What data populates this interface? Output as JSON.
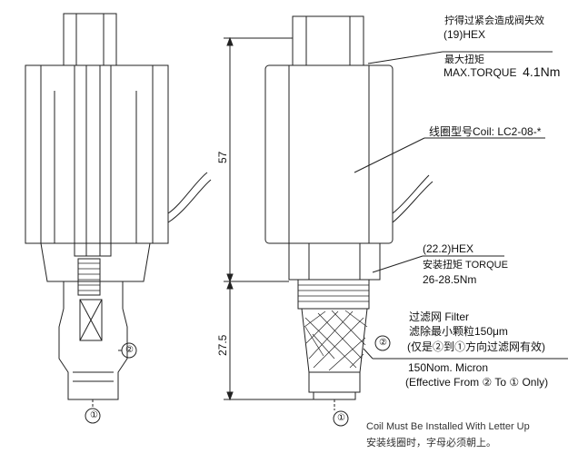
{
  "dimensions": {
    "overall_height": "57",
    "lower_height": "27.5"
  },
  "ports": {
    "port1": "①",
    "port2": "②"
  },
  "callouts": {
    "top_hex": {
      "warning_cn": "拧得过紧会造成阀失效",
      "hex": "(19)HEX",
      "max_torque_cn": "最大扭矩",
      "max_torque_label": "MAX.TORQUE",
      "max_torque_value": "4.1Nm"
    },
    "coil": {
      "label": "线圈型号Coil: LC2-08-*"
    },
    "body_hex": {
      "hex": "(22.2)HEX",
      "torque_label": "安装扭矩 TORQUE",
      "torque_value": "26-28.5Nm"
    },
    "filter": {
      "title": "过滤网 Filter",
      "particle_cn": "滤除最小颗粒150μm",
      "direction_cn": "(仅是②到①方向过滤网有效)",
      "micron": "150Nom. Micron",
      "direction_en": "(Effective From ② To ① Only)"
    }
  },
  "notes": {
    "install_en": "Coil Must Be Installed With Letter Up",
    "install_cn": "安装线圈时，字母必须朝上。"
  }
}
